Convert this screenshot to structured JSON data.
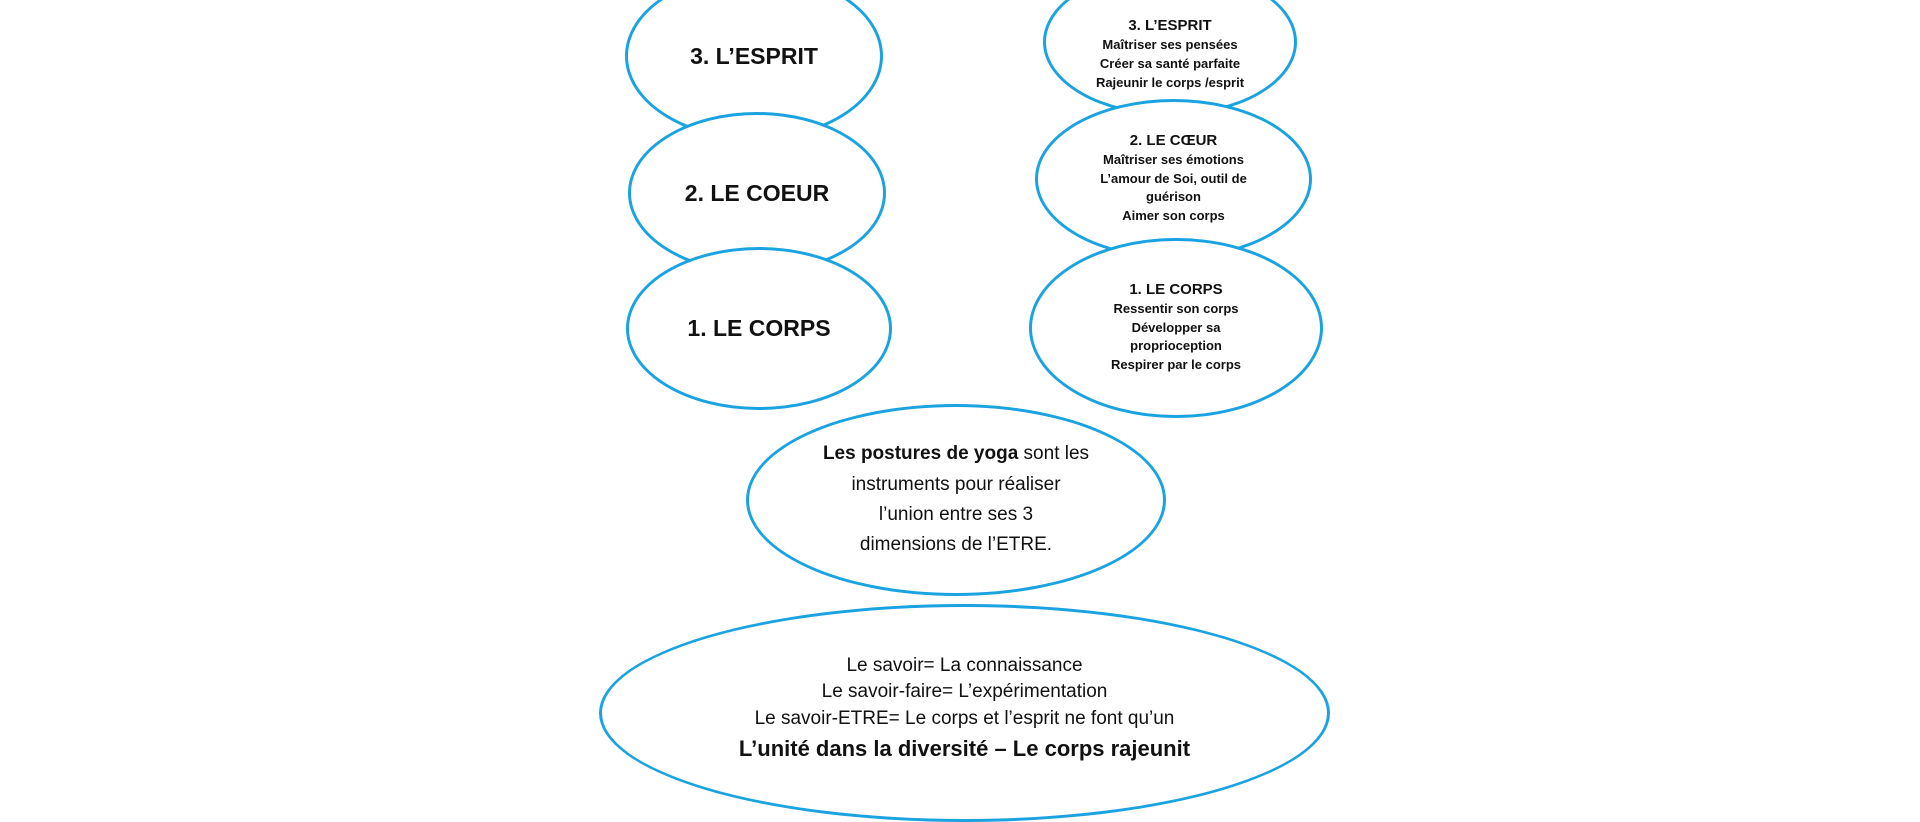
{
  "diagram": {
    "accent_color": "#1aa3e0",
    "left_column": [
      {
        "label": "3. L’ESPRIT"
      },
      {
        "label": "2. LE COEUR"
      },
      {
        "label": "1. LE CORPS"
      }
    ],
    "right_column": [
      {
        "title": "3. L’ESPRIT",
        "lines": [
          "Maîtriser ses pensées",
          "Créer sa santé parfaite",
          "Rajeunir le corps /esprit"
        ]
      },
      {
        "title": "2. LE CŒUR",
        "lines": [
          "Maîtriser ses émotions",
          "L’amour de Soi, outil de",
          "guérison",
          "Aimer son corps"
        ]
      },
      {
        "title": "1. LE CORPS",
        "lines": [
          "Ressentir son corps",
          "Développer sa",
          "proprioception",
          "Respirer par le corps"
        ]
      }
    ],
    "middle": {
      "bold_start": "Les postures de yoga",
      "line1_rest": " sont les",
      "line2": "instruments pour réaliser",
      "line3": "l’union entre ses 3",
      "line4": "dimensions de l’ETRE."
    },
    "bottom": {
      "line1": "Le savoir= La connaissance",
      "line2": "Le savoir-faire= L’expérimentation",
      "line3": "Le savoir-ETRE= Le corps et l’esprit ne font qu’un",
      "line4": "L’unité dans la diversité – Le corps rajeunit"
    }
  }
}
